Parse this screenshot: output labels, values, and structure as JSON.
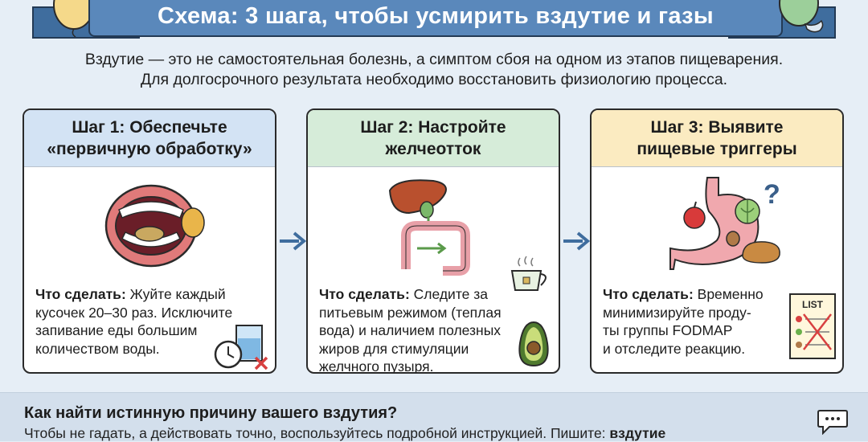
{
  "title": "Схема: 3 шага, чтобы усмирить вздутие и газы",
  "intro": {
    "line1": "Вздутие — это не самостоятельная болезнь, а симптом сбоя на одном из этапов пищеварения.",
    "line2": "Для долгосрочного результата необходимо восстановить физиологию процесса."
  },
  "steps": [
    {
      "title_line1": "Шаг 1: Обеспечьте",
      "title_line2": "«первичную обработку»",
      "action_label": "Что сделать:",
      "text_lines": [
        " Жуйте каждый",
        "кусочек 20–30 раз. Исключите",
        "запивание еды большим",
        "количеством воды."
      ]
    },
    {
      "title_line1": "Шаг 2: Настройте",
      "title_line2": "желчеотток",
      "action_label": "Что сделать:",
      "text_lines": [
        " Следите за",
        "питьевым режимом (теплая",
        "вода) и наличием полезных",
        "жиров для стимуляции",
        "желчного пузыря."
      ]
    },
    {
      "title_line1": "Шаг 3: Выявите",
      "title_line2": "пищевые триггеры",
      "action_label": "Что сделать:",
      "text_lines": [
        " Временно",
        "минимизируйте проду-",
        "ты группы FODMAP",
        "и отследите реакцию."
      ]
    }
  ],
  "list_label": "LIST",
  "bottom": {
    "title": "Как найти истинную причину вашего вздутия?",
    "text": "Чтобы не гадать, а действовать точно, воспользуйтесь подробной инструкцией. Пишите: ",
    "keyword": "вздутие"
  },
  "colors": {
    "ribbon": "#5a88bb",
    "step1_header": "#d3e3f4",
    "step2_header": "#d6ecd9",
    "step3_header": "#fbebc1",
    "arrow": "#3f6d9e"
  },
  "icons": [
    "balloon-icon",
    "mouth-icon",
    "clock-icon",
    "water-glass-icon",
    "liver-intestine-icon",
    "tea-cup-icon",
    "avocado-icon",
    "stomach-icon",
    "apple-icon",
    "cabbage-icon",
    "bread-icon",
    "question-icon",
    "list-icon",
    "chat-bubble-icon",
    "arrow-right-icon"
  ]
}
